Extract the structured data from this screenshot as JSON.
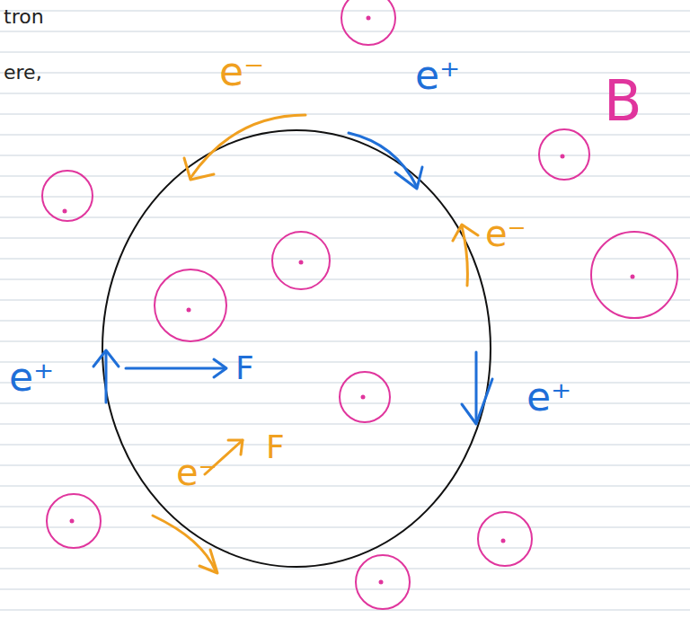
{
  "diagram": {
    "labels": [
      "tron",
      "ere,",
      "e⁻",
      "e⁺",
      "B",
      "e⁻",
      "e⁺",
      "F",
      "e⁻",
      "F",
      "e⁺"
    ]
  }
}
